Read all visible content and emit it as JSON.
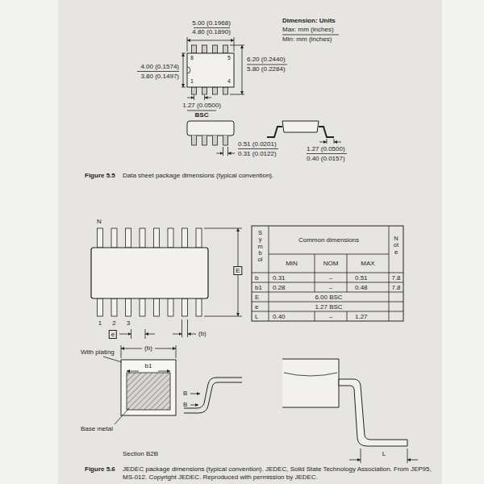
{
  "diagram": {
    "labels": [
      "5.00 (0.1968)",
      "4.80 (0.1890)",
      "Dimension: Units",
      "Max: mm (inches)",
      "Min: mm (inches)",
      "8",
      "5",
      "1",
      "4",
      "4.00 (0.1574)",
      "3.80 (0.1497)",
      "6.20 (0.2440)",
      "5.80 (0.2284)",
      "1.27 (0.0500)",
      "BSC",
      "0.51 (0.0201)",
      "0.31 (0.0122)",
      "1.27 (0.0500)",
      "0.40 (0.0157)",
      "Figure 5.5",
      "Data sheet package dimensions (typical convention).",
      "N",
      "1",
      "2",
      "3",
      "e",
      "(b)",
      "E",
      "Symbol",
      "Common dimensions",
      "Note",
      "MIN",
      "NOM",
      "MAX",
      "b",
      "0.31",
      "–",
      "0.51",
      "7.8",
      "b1",
      "0.28",
      "–",
      "0.48",
      "7.8",
      "E",
      "6.00 BSC",
      "e",
      "1.27 BSC",
      "L",
      "0.40",
      "–",
      "1.27",
      "With plating",
      "(b)",
      "b1",
      "B",
      "B",
      "Base metal",
      "Section B2B",
      "L",
      "Figure 5.6",
      "JEDEC package dimensions (typical convention). JEDEC, Solid State Technology Association. From JEP95, MS-012. Copyright JEDEC. Reproduced with permission by JEDEC."
    ]
  }
}
